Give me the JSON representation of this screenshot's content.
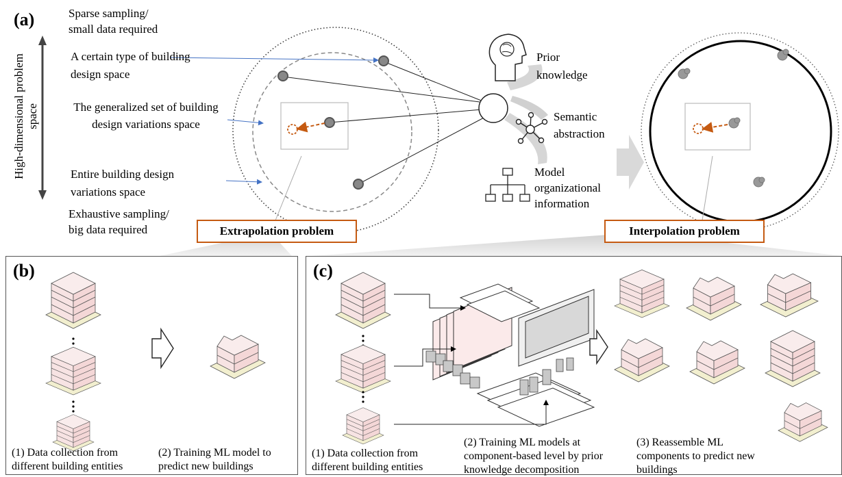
{
  "panel_a": {
    "label": "(a)",
    "axis_label": "High-dimensional problem space",
    "axis_top": "Sparse sampling/ small data required",
    "axis_bottom": "Exhaustive sampling/ big data required",
    "space_1": "A certain type of building design space",
    "space_2": "The generalized set of building design variations space",
    "space_3": "Entire building design variations space",
    "knowledge_1": "Prior knowledge",
    "knowledge_2": "Semantic abstraction",
    "knowledge_3": "Model organizational information",
    "extrapolation": "Extrapolation problem",
    "interpolation": "Interpolation problem"
  },
  "panel_b": {
    "label": "(b)",
    "caption_1": "(1) Data collection from different building entities",
    "caption_2": "(2) Training ML model to predict new buildings"
  },
  "panel_c": {
    "label": "(c)",
    "caption_1": "(1) Data collection from different building entities",
    "caption_2": "(2) Training ML models at component-based level by prior knowledge decomposition",
    "caption_3": "(3) Reassemble ML components to predict new buildings"
  },
  "colors": {
    "accent_orange": "#c55a11",
    "arrow_blue": "#4472c4",
    "building_pink": "#f4d7d7",
    "base_yellow": "#f2efcf"
  }
}
